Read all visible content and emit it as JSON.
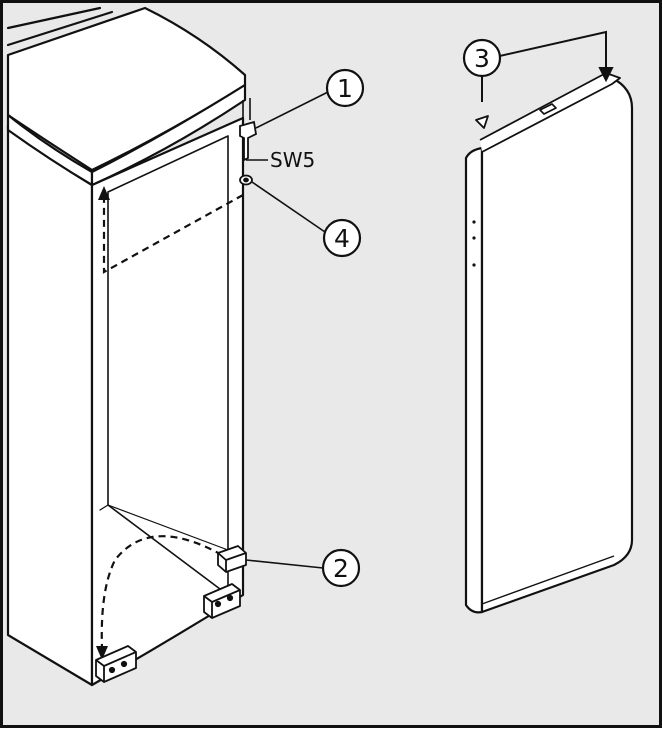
{
  "diagram": {
    "callouts": [
      {
        "id": "hinge-pin",
        "number": "1"
      },
      {
        "id": "bottom-hinge",
        "number": "2"
      },
      {
        "id": "door-cap",
        "number": "3"
      },
      {
        "id": "washer",
        "number": "4"
      }
    ],
    "wrench_size": "SW5"
  },
  "colors": {
    "background": "#e9e9e9",
    "outline": "#111111",
    "surface": "#ffffff"
  }
}
